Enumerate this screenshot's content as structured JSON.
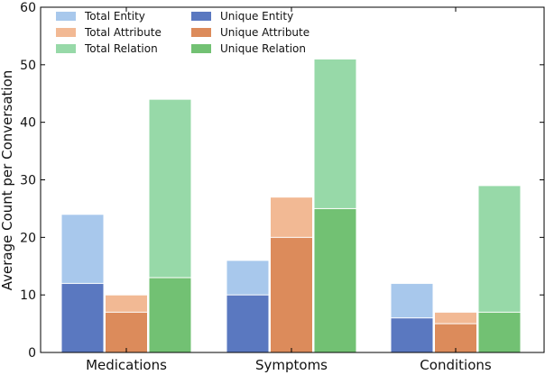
{
  "chart_data": {
    "type": "bar",
    "categories": [
      "Medications",
      "Symptoms",
      "Conditions"
    ],
    "ylabel": "Average Count per Conversation",
    "xlabel": "",
    "ylim": [
      0,
      60
    ],
    "yticks": [
      "0",
      "10",
      "20",
      "30",
      "40",
      "50",
      "60"
    ],
    "grid": false,
    "legend_position": "top-left",
    "series": [
      {
        "name": "Total Entity",
        "group": "Entity",
        "kind": "total",
        "color": "#a8c8ec",
        "values": [
          24,
          16,
          12
        ]
      },
      {
        "name": "Total Attribute",
        "group": "Attribute",
        "kind": "total",
        "color": "#f2b994",
        "values": [
          10,
          27,
          7
        ]
      },
      {
        "name": "Total Relation",
        "group": "Relation",
        "kind": "total",
        "color": "#97d9a8",
        "values": [
          44,
          51,
          29
        ]
      },
      {
        "name": "Unique Entity",
        "group": "Entity",
        "kind": "unique",
        "color": "#5a78c0",
        "values": [
          12,
          10,
          6
        ]
      },
      {
        "name": "Unique Attribute",
        "group": "Attribute",
        "kind": "unique",
        "color": "#dc8b5b",
        "values": [
          7,
          20,
          5
        ]
      },
      {
        "name": "Unique Relation",
        "group": "Relation",
        "kind": "unique",
        "color": "#72c173",
        "values": [
          13,
          25,
          7
        ]
      }
    ]
  }
}
